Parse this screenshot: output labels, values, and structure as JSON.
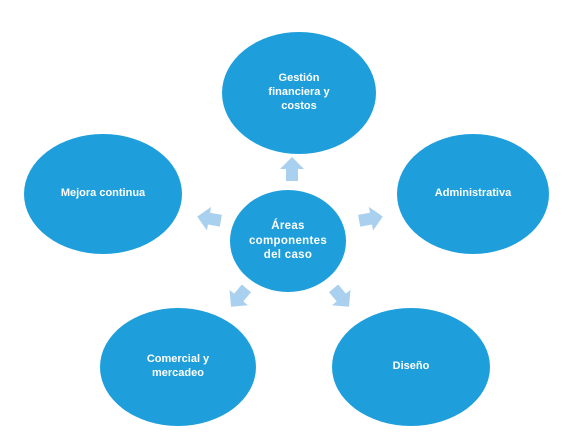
{
  "diagram": {
    "center": {
      "label": "Áreas\ncomponentes\ndel  caso"
    },
    "nodes": {
      "top": {
        "label": "Gestión\nfinanciera y\ncostos"
      },
      "right": {
        "label": "Administrativa"
      },
      "left": {
        "label": "Mejora continua"
      },
      "bottom_left": {
        "label": "Comercial y\nmercadeo"
      },
      "bottom_right": {
        "label": "Diseño"
      }
    },
    "colors": {
      "node_fill": "#1e9fdb",
      "arrow_fill": "#a9d0ee",
      "text": "#ffffff"
    }
  }
}
